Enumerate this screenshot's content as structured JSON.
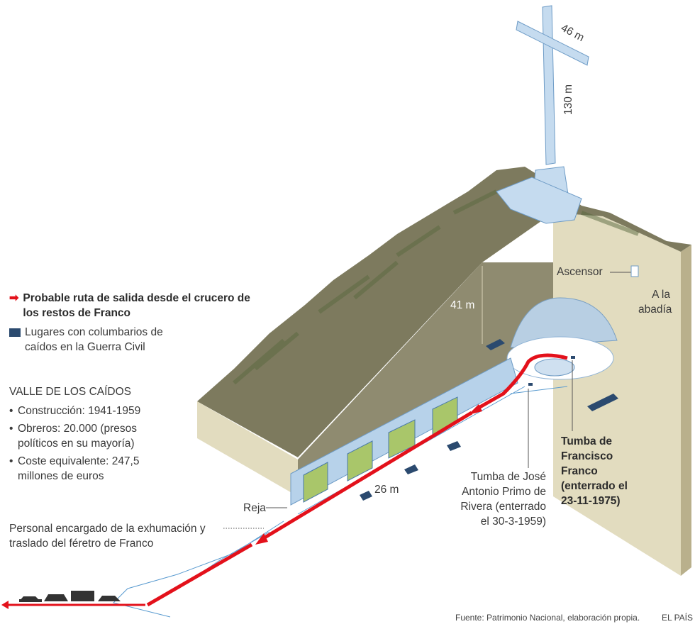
{
  "legend": {
    "route_label": "Probable ruta de salida desde el crucero de los restos de Franco",
    "columbarium_label": "Lugares con columbarios de caídos en la Guerra Civil",
    "route_color": "#e3111b",
    "columbarium_color": "#2b4a6f"
  },
  "facts": {
    "title": "VALLE DE LOS CAÍDOS",
    "items": [
      "Construcción: 1941-1959",
      "Obreros: 20.000 (presos políticos en su mayoría)",
      "Coste equivalente: 247,5 millones de euros"
    ]
  },
  "labels": {
    "cross_width": "46 m",
    "cross_height": "130 m",
    "dome_height": "41 m",
    "elevator": "Ascensor",
    "abbey": "A la abadía",
    "tunnel_width": "26 m",
    "gate": "Reja",
    "personnel": "Personal encargado de la exhumación y traslado del féretro de Franco",
    "jose_antonio": "Tumba de José Antonio Primo de Rivera (enterrado el 30-3-1959)",
    "franco": "Tumba de Francisco Franco (enterrado el 23-11-1975)"
  },
  "footer": {
    "source": "Fuente: Patrimonio Nacional, elaboración propia.",
    "brand": "EL PAÍS"
  }
}
